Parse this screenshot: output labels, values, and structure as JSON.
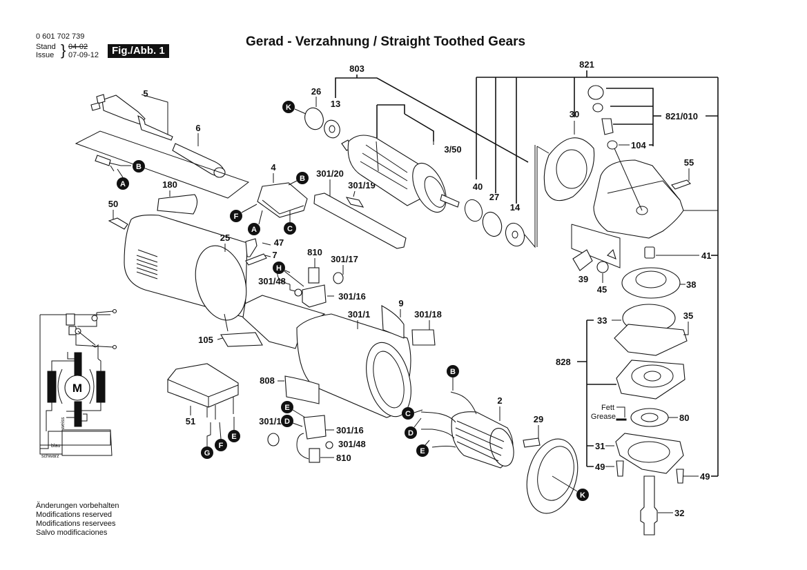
{
  "header": {
    "part_number": "0 601 702 739",
    "stand_label": "Stand",
    "issue_label": "Issue",
    "stand_value": "04-02",
    "issue_value": "07-09-12",
    "figure_label": "Fig./Abb. 1",
    "title": "Gerad - Verzahnung / Straight Toothed Gears"
  },
  "footer": {
    "lines": [
      "Änderungen vorbehalten",
      "Modifications reserved",
      "Modifications reservees",
      "Salvo modificaciones"
    ]
  },
  "wiring_diagram": {
    "motor_label": "M",
    "wire_labels": [
      "weiss",
      "blau",
      "schwarz"
    ]
  },
  "part_labels": {
    "p5": "5",
    "p6": "6",
    "p180": "180",
    "p50": "50",
    "p25": "25",
    "p105": "105",
    "p51": "51",
    "p4": "4",
    "p47": "47",
    "p7": "7",
    "p301_20": "301/20",
    "p301_19": "301/19",
    "p810a": "810",
    "p301_17a": "301/17",
    "p301_48a": "301/48",
    "p301_16a": "301/16",
    "p301_1": "301/1",
    "p9": "9",
    "p301_18": "301/18",
    "p808": "808",
    "p301_17b": "301/17",
    "p301_16b": "301/16",
    "p301_48b": "301/48",
    "p810b": "810",
    "p803": "803",
    "p26": "26",
    "p13": "13",
    "p3_50": "3/50",
    "p40": "40",
    "p27": "27",
    "p14": "14",
    "p2": "2",
    "p29": "29",
    "p821": "821",
    "p30": "30",
    "p821_010": "821/010",
    "p104": "104",
    "p55": "55",
    "p41": "41",
    "p39": "39",
    "p45": "45",
    "p38": "38",
    "p33": "33",
    "p35": "35",
    "p828": "828",
    "p80": "80",
    "p31": "31",
    "p49a": "49",
    "p49b": "49",
    "p32": "32",
    "fett": "Fett",
    "grease": "Grease"
  },
  "connector_callouts": {
    "A": "A",
    "B": "B",
    "C": "C",
    "D": "D",
    "E": "E",
    "F": "F",
    "G": "G",
    "H": "H",
    "K": "K"
  }
}
